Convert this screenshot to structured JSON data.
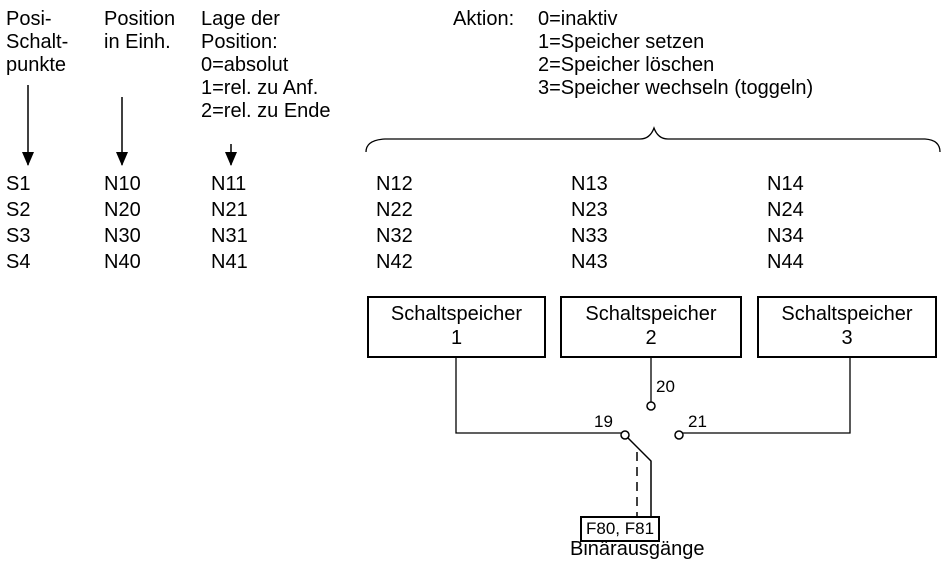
{
  "headers": {
    "col1": [
      "Posi-",
      "Schalt-",
      "punkte"
    ],
    "col2": [
      "Position",
      "in Einh."
    ],
    "col3": [
      "Lage der",
      "Position:",
      "0=absolut",
      "1=rel. zu Anf.",
      "2=rel. zu Ende"
    ],
    "aktion_label": "Aktion:",
    "aktion_lines": [
      "0=inaktiv",
      "1=Speicher setzen",
      "2=Speicher löschen",
      "3=Speicher wechseln (toggeln)"
    ]
  },
  "table": {
    "rows": [
      [
        "S1",
        "N10",
        "N11",
        "N12",
        "N13",
        "N14"
      ],
      [
        "S2",
        "N20",
        "N21",
        "N22",
        "N23",
        "N24"
      ],
      [
        "S3",
        "N30",
        "N31",
        "N32",
        "N33",
        "N34"
      ],
      [
        "S4",
        "N40",
        "N41",
        "N42",
        "N43",
        "N44"
      ]
    ]
  },
  "boxes": [
    {
      "line1": "Schaltspeicher",
      "line2": "1"
    },
    {
      "line1": "Schaltspeicher",
      "line2": "2"
    },
    {
      "line1": "Schaltspeicher",
      "line2": "3"
    }
  ],
  "pins": {
    "p19": "19",
    "p20": "20",
    "p21": "21"
  },
  "function_box": "F80, F81",
  "output_label": "Binärausgänge"
}
